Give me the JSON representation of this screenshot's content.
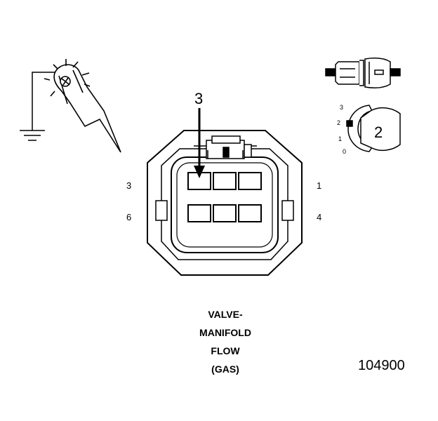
{
  "pin_labels": {
    "left_top": "3",
    "left_bottom": "6",
    "right_top": "1",
    "right_bottom": "4"
  },
  "callout_terminal": "3",
  "callout_lock": "2",
  "lock_positions": [
    "3",
    "2",
    "1",
    "0"
  ],
  "caption": [
    "VALVE-",
    "MANIFOLD",
    "FLOW",
    "(GAS)"
  ],
  "figure_number": "104900",
  "icons": [
    "test-probe-icon",
    "ground-symbol-icon",
    "connector-side-view-icon",
    "terminal-lock-icon"
  ]
}
